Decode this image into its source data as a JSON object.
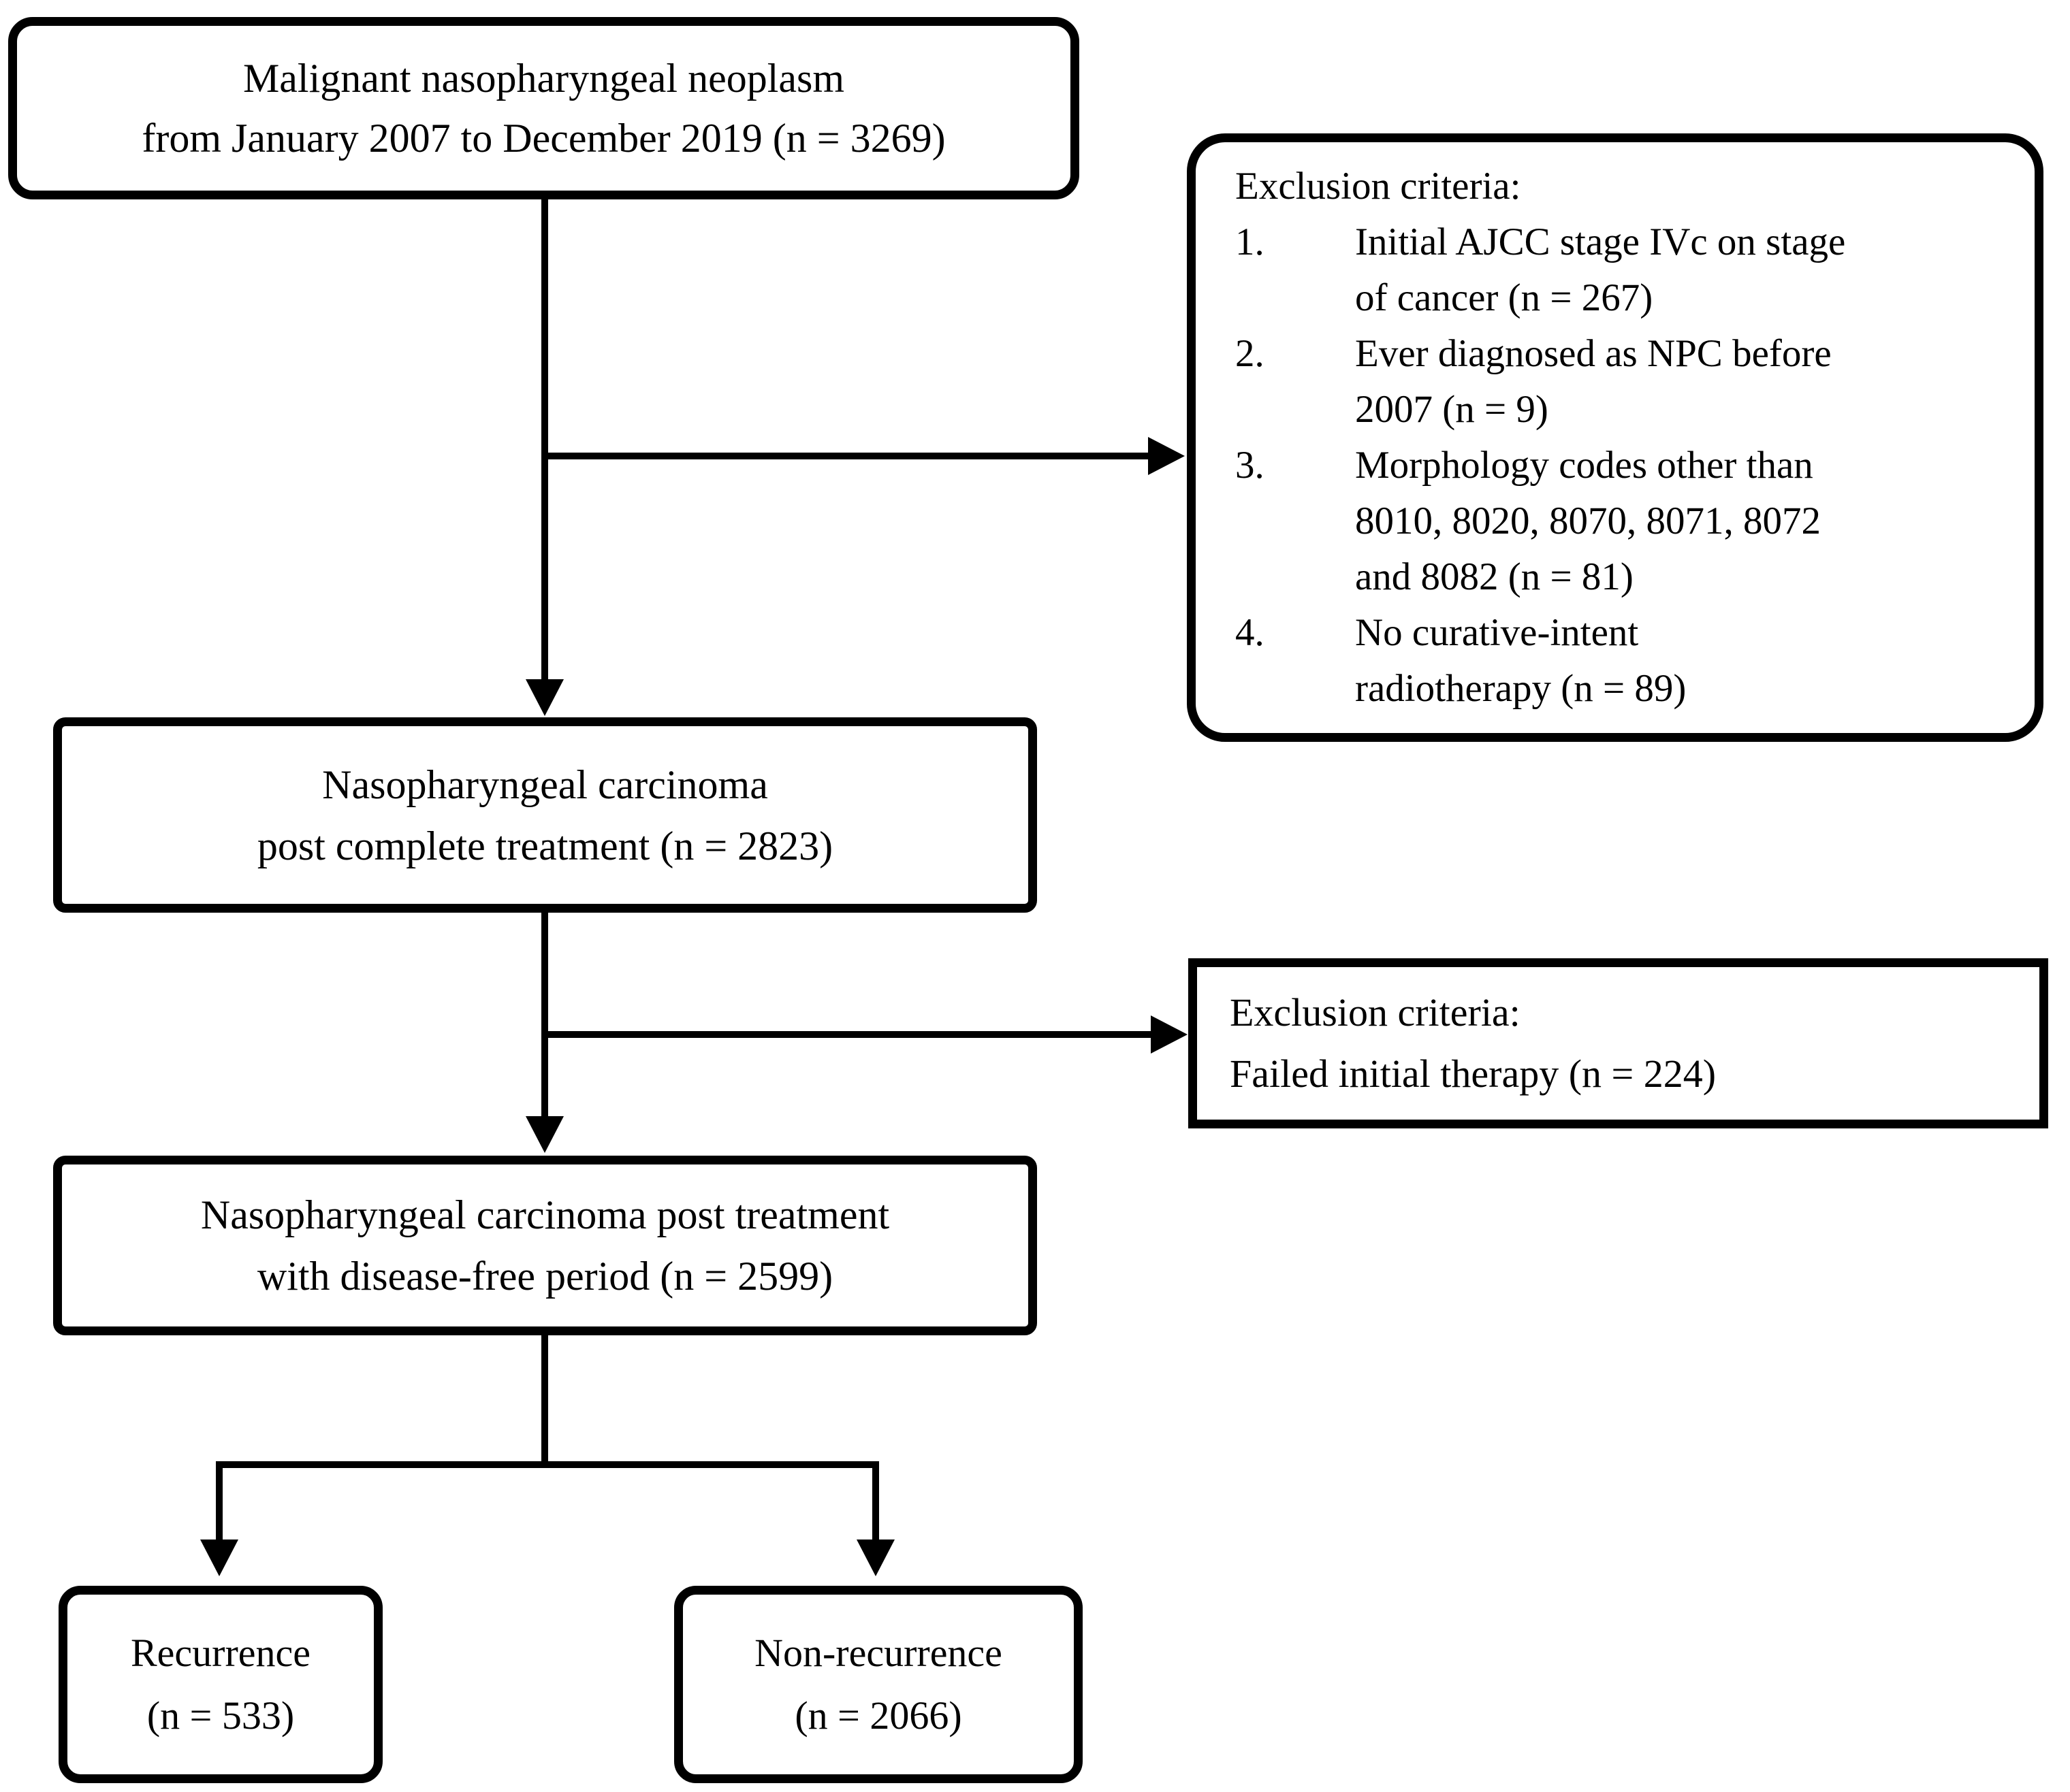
{
  "diagram": {
    "colors": {
      "ink": "#000000",
      "background": "#ffffff"
    },
    "boxes": {
      "source": {
        "lines": [
          "Malignant nasopharyngeal neoplasm",
          "from January 2007 to December 2019 (n = 3269)"
        ]
      },
      "exclusion1": {
        "header": "Exclusion criteria:",
        "items": [
          {
            "num": "1.",
            "lines": [
              "Initial AJCC stage IVc on stage",
              "of cancer (n = 267)"
            ]
          },
          {
            "num": "2.",
            "lines": [
              "Ever diagnosed as NPC before",
              "2007 (n = 9)"
            ]
          },
          {
            "num": "3.",
            "lines": [
              "Morphology codes other than",
              "8010, 8020, 8070, 8071, 8072",
              "and 8082 (n = 81)"
            ]
          },
          {
            "num": "4.",
            "lines": [
              "No curative-intent",
              "radiotherapy (n = 89)"
            ]
          }
        ]
      },
      "post_treatment": {
        "lines": [
          "Nasopharyngeal carcinoma",
          "post complete treatment (n = 2823)"
        ]
      },
      "exclusion2": {
        "lines": [
          "Exclusion criteria:",
          "Failed initial therapy (n = 224)"
        ]
      },
      "disease_free": {
        "lines": [
          "Nasopharyngeal carcinoma post treatment",
          "with disease-free period (n = 2599)"
        ]
      },
      "recurrence": {
        "lines": [
          "Recurrence",
          "(n = 533)"
        ]
      },
      "non_recurrence": {
        "lines": [
          "Non-recurrence",
          "(n = 2066)"
        ]
      }
    }
  }
}
